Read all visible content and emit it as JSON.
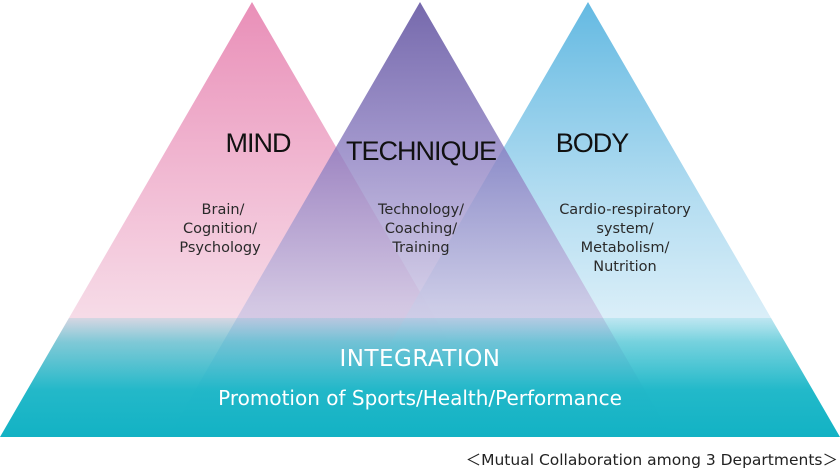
{
  "triangles": {
    "mind": {
      "title": "MIND",
      "lines": [
        "Brain/",
        "Cognition/",
        "Psychology"
      ]
    },
    "technique": {
      "title": "TECHNIQUE",
      "lines": [
        "Technology/",
        "Coaching/",
        "Training"
      ]
    },
    "body": {
      "title": "BODY",
      "lines": [
        "Cardio-respiratory",
        "system/",
        "Metabolism/",
        "Nutrition"
      ]
    }
  },
  "integration": {
    "title": "INTEGRATION",
    "subtitle": "Promotion of Sports/Health/Performance"
  },
  "footnote": "＜Mutual Collaboration among 3 Departments＞",
  "colors": {
    "mind_pink": "#e68cb4",
    "technique_purple": "#5a4a9e",
    "body_blue": "#5ab4e0",
    "integration_teal": "#1fb8c8"
  }
}
